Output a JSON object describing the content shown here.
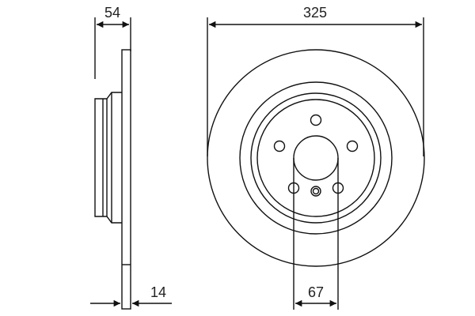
{
  "drawing": {
    "subject": "Brake disc technical drawing",
    "dimensions": {
      "hub_height": "54",
      "outer_diameter": "325",
      "thickness": "14",
      "center_bore": "67"
    },
    "colors": {
      "line": "#111111",
      "text": "#222222",
      "background": "#ffffff"
    }
  }
}
